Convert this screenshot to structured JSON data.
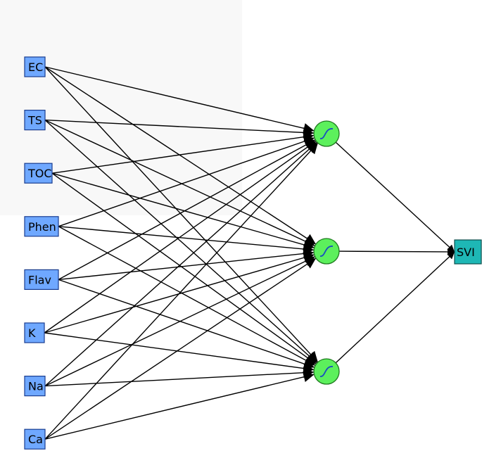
{
  "network": {
    "inputs": [
      "EC",
      "TS",
      "TOC",
      "Phen",
      "Flav",
      "K",
      "Na",
      "Ca"
    ],
    "hidden_count": 3,
    "hidden_icon": "sigmoid-icon",
    "output": "SVI"
  },
  "colors": {
    "input_fill": "#6fa8ff",
    "hidden_fill": "#5cf05c",
    "output_fill": "#1eb7b5",
    "edge": "#000000"
  }
}
